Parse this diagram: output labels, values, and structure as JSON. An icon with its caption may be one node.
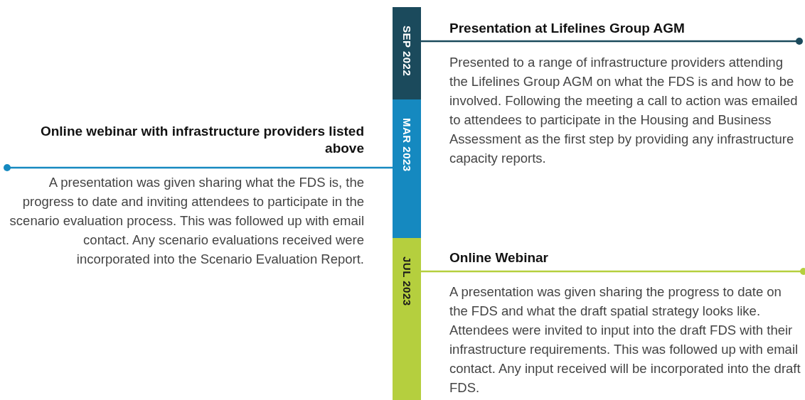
{
  "diagram": {
    "nodes": [
      {
        "text": [
          "SEP 2022"
        ]
      },
      {
        "text": [
          "MAR 2023"
        ]
      },
      {
        "text": [
          "JUL 2023"
        ]
      },
      {
        "text": [
          "Presentation at Lifelines Group AGM",
          "Presented to a range of infrastructure providers attending the Lifelines Group AGM on what the FDS is and how to be involved. Following the meeting a call to action was emailed to attendees to participate in the Housing and Business Assessment as the first step by providing any infrastructure capacity reports."
        ]
      },
      {
        "text": [
          "Online webinar with infrastructure providers listed above",
          "A presentation was given sharing what the FDS is, the progress to date and inviting attendees to participate in the scenario evaluation process. This was followed up with email contact. Any scenario evaluations received were incorporated into the Scenario Evaluation Report."
        ]
      },
      {
        "text": [
          "Online Webinar",
          "A presentation was given sharing the progress to date on the FDS and what the draft spatial strategy looks like. Attendees were invited to input into the draft FDS with their infrastructure requirements. This was followed up with email contact. Any input received will be incorporated into the draft FDS."
        ]
      }
    ],
    "edges": [
      {
        "from": 0,
        "to": 3,
        "arrow": "other",
        "color": "#1b4a5c"
      },
      {
        "from": 1,
        "to": 4,
        "arrow": "other",
        "color": "#1589c0"
      },
      {
        "from": 2,
        "to": 5,
        "arrow": "other",
        "color": "#b5cf3e"
      }
    ]
  }
}
